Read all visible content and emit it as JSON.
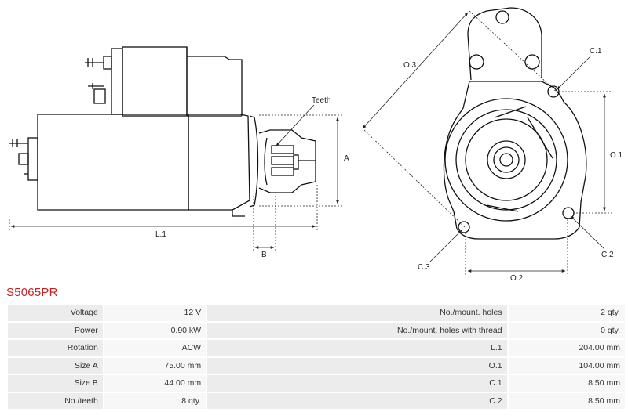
{
  "drawing": {
    "labels": {
      "teeth": "Teeth",
      "a": "A",
      "b": "B",
      "l1": "L.1",
      "o1": "O.1",
      "o2": "O.2",
      "o3": "O.3",
      "c1": "C.1",
      "c2": "C.2",
      "c3": "C.3"
    }
  },
  "product": {
    "code": "S5065PR"
  },
  "specs": {
    "rows": [
      {
        "left_label": "Voltage",
        "left_value": "12 V",
        "right_label": "No./mount. holes",
        "right_value": "2 qty."
      },
      {
        "left_label": "Power",
        "left_value": "0.90 kW",
        "right_label": "No./mount. holes with thread",
        "right_value": "0 qty."
      },
      {
        "left_label": "Rotation",
        "left_value": "ACW",
        "right_label": "L.1",
        "right_value": "204.00 mm"
      },
      {
        "left_label": "Size A",
        "left_value": "75.00 mm",
        "right_label": "O.1",
        "right_value": "104.00 mm"
      },
      {
        "left_label": "Size B",
        "left_value": "44.00 mm",
        "right_label": "C.1",
        "right_value": "8.50 mm"
      },
      {
        "left_label": "No./teeth",
        "left_value": "8 qty.",
        "right_label": "C.2",
        "right_value": "8.50 mm"
      }
    ]
  }
}
